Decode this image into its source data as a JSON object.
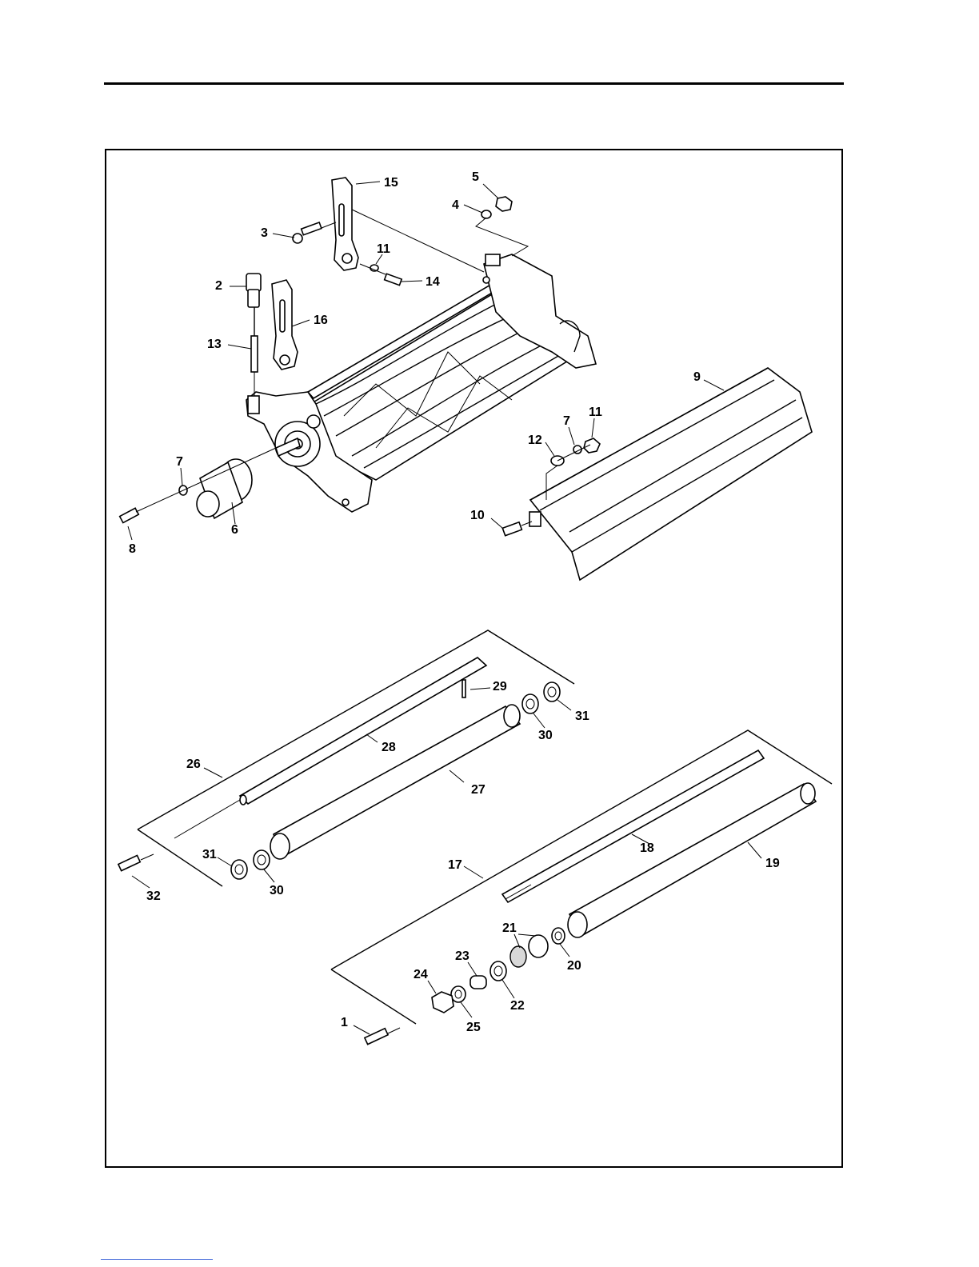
{
  "diagram": {
    "labels": [
      {
        "id": "5",
        "text": "5"
      },
      {
        "id": "15",
        "text": "15"
      },
      {
        "id": "4",
        "text": "4"
      },
      {
        "id": "3",
        "text": "3"
      },
      {
        "id": "11a",
        "text": "11"
      },
      {
        "id": "14",
        "text": "14"
      },
      {
        "id": "2",
        "text": "2"
      },
      {
        "id": "16",
        "text": "16"
      },
      {
        "id": "13",
        "text": "13"
      },
      {
        "id": "9",
        "text": "9"
      },
      {
        "id": "7a",
        "text": "7"
      },
      {
        "id": "11b",
        "text": "11"
      },
      {
        "id": "12",
        "text": "12"
      },
      {
        "id": "7b",
        "text": "7"
      },
      {
        "id": "10",
        "text": "10"
      },
      {
        "id": "8",
        "text": "8"
      },
      {
        "id": "6",
        "text": "6"
      },
      {
        "id": "29",
        "text": "29"
      },
      {
        "id": "31a",
        "text": "31"
      },
      {
        "id": "30a",
        "text": "30"
      },
      {
        "id": "28",
        "text": "28"
      },
      {
        "id": "26",
        "text": "26"
      },
      {
        "id": "27",
        "text": "27"
      },
      {
        "id": "18",
        "text": "18"
      },
      {
        "id": "19",
        "text": "19"
      },
      {
        "id": "17",
        "text": "17"
      },
      {
        "id": "31b",
        "text": "31"
      },
      {
        "id": "30b",
        "text": "30"
      },
      {
        "id": "32",
        "text": "32"
      },
      {
        "id": "21",
        "text": "21"
      },
      {
        "id": "20",
        "text": "20"
      },
      {
        "id": "23",
        "text": "23"
      },
      {
        "id": "24",
        "text": "24"
      },
      {
        "id": "22",
        "text": "22"
      },
      {
        "id": "25",
        "text": "25"
      },
      {
        "id": "1",
        "text": "1"
      }
    ]
  }
}
